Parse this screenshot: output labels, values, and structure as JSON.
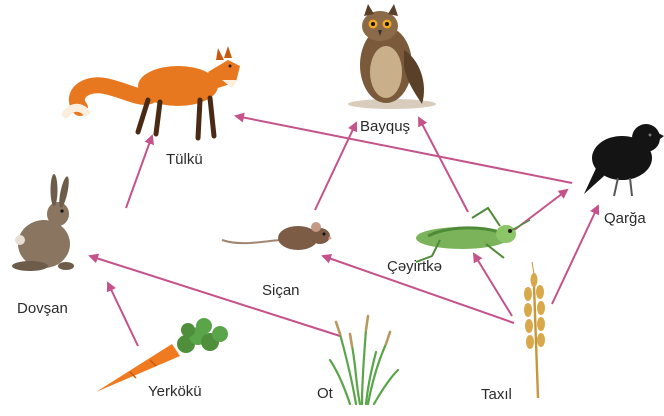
{
  "organisms": {
    "tulku": "Tülkü",
    "bayqus": "Bayquş",
    "qarga": "Qarğa",
    "dovsan": "Dovşan",
    "sican": "Siçan",
    "ceyirtke": "Çəyirtkə",
    "yerkoku": "Yerkökü",
    "ot": "Ot",
    "taxil": "Taxıl"
  },
  "links": [
    {
      "from": "yerkoku",
      "to": "dovsan"
    },
    {
      "from": "ot",
      "to": "dovsan"
    },
    {
      "from": "dovsan",
      "to": "tulku"
    },
    {
      "from": "qarga",
      "to": "tulku"
    },
    {
      "from": "sican",
      "to": "bayqus"
    },
    {
      "from": "ceyirtke",
      "to": "bayqus"
    },
    {
      "from": "taxil",
      "to": "sican"
    },
    {
      "from": "taxil",
      "to": "ceyirtke"
    },
    {
      "from": "taxil",
      "to": "qarga"
    },
    {
      "from": "ceyirtke",
      "to": "qarga"
    }
  ],
  "colors": {
    "arrow": "#c5528a",
    "fox": "#e8781f",
    "owl": "#7a5a3a",
    "crow": "#141414",
    "hare": "#8a7560",
    "mouse": "#7d5c45",
    "grasshopper": "#7bb35a",
    "carrot": "#f07a20",
    "grass": "#5aa44a",
    "wheat": "#d9a84a"
  }
}
